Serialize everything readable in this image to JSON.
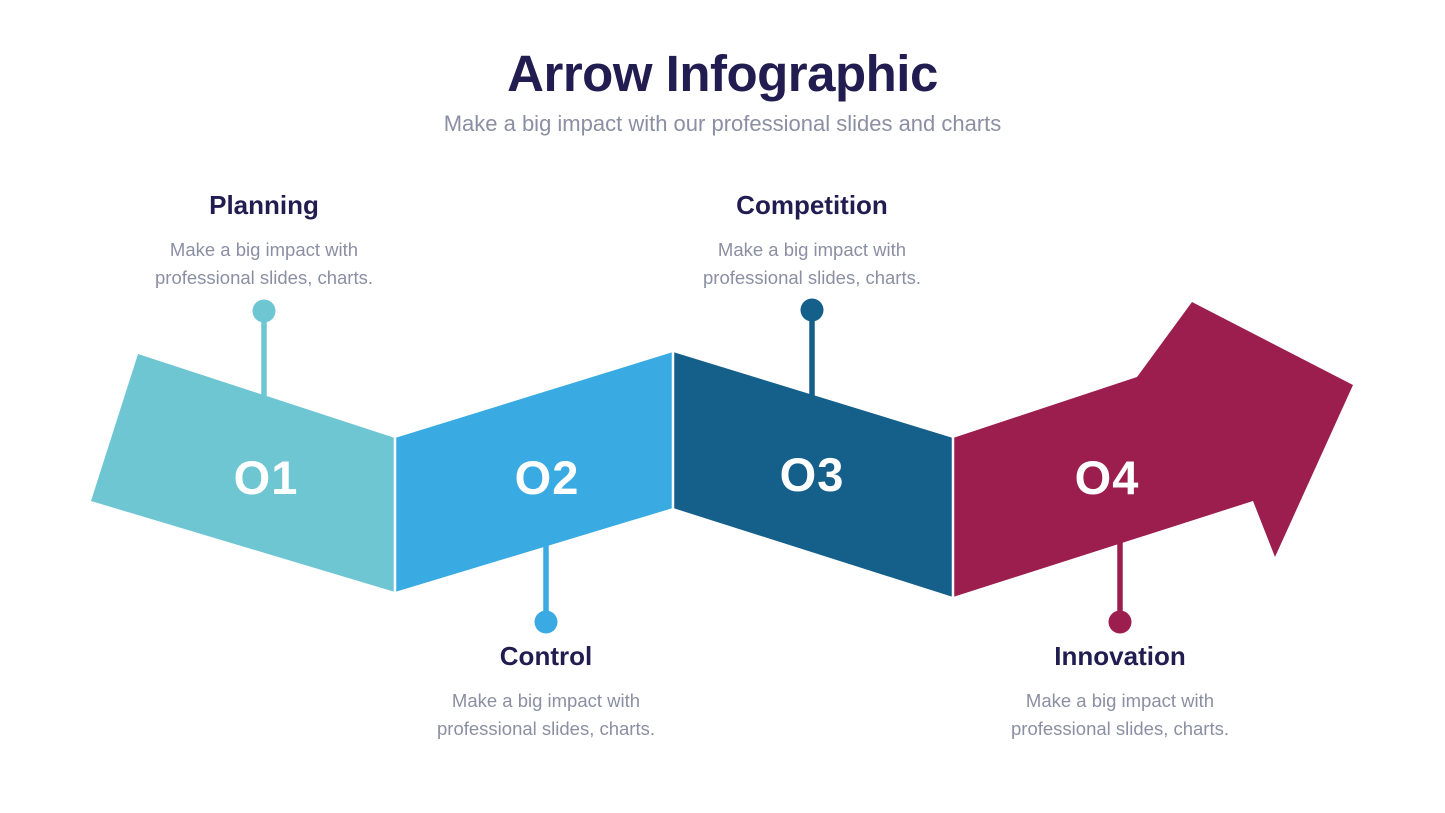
{
  "slide": {
    "title": "Arrow Infographic",
    "subtitle": "Make a big impact with our professional slides and charts",
    "title_color": "#211D51",
    "subtitle_color": "#8B8FA3",
    "background_color": "#FFFFFF"
  },
  "infographic": {
    "type": "zigzag-arrow-process",
    "number_color": "#FFFFFF",
    "steps": [
      {
        "number": "O1",
        "label": "Planning",
        "description_lines": [
          "Make a big impact with",
          "professional slides, charts."
        ],
        "color": "#6FC6D3",
        "label_position": "top"
      },
      {
        "number": "O2",
        "label": "Control",
        "description_lines": [
          "Make a big impact with",
          "professional slides, charts."
        ],
        "color": "#3AABE2",
        "label_position": "bottom"
      },
      {
        "number": "O3",
        "label": "Competition",
        "description_lines": [
          "Make a big impact with",
          "professional slides, charts."
        ],
        "color": "#155F8B",
        "label_position": "top"
      },
      {
        "number": "O4",
        "label": "Innovation",
        "description_lines": [
          "Make a big impact with",
          "professional slides, charts."
        ],
        "color": "#9C1E4E",
        "label_position": "bottom"
      }
    ]
  }
}
